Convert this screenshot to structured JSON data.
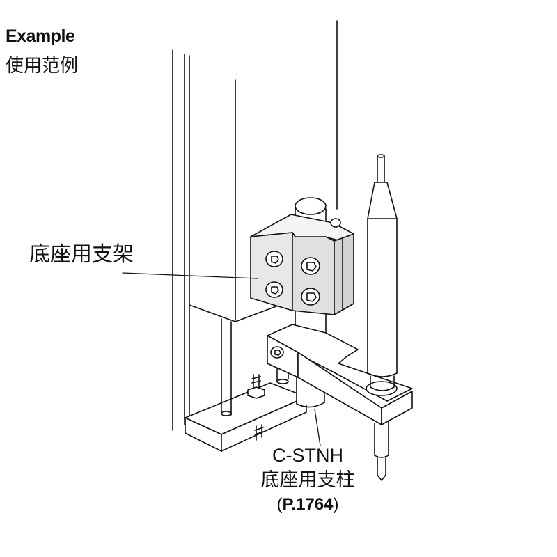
{
  "header": {
    "title_en": "Example",
    "title_cn": "使用范例"
  },
  "callouts": {
    "base_bracket": "底座用支架",
    "post_code": "C-STNH",
    "post_name": "底座用支柱",
    "post_page_open": "(",
    "post_page_ref": "P.1764",
    "post_page_close": ")"
  },
  "colors": {
    "line": "#111111",
    "bracket_fill": "#e8e8e8",
    "bracket_top": "#f4f4f4",
    "bracket_side": "#d4d4d4"
  }
}
